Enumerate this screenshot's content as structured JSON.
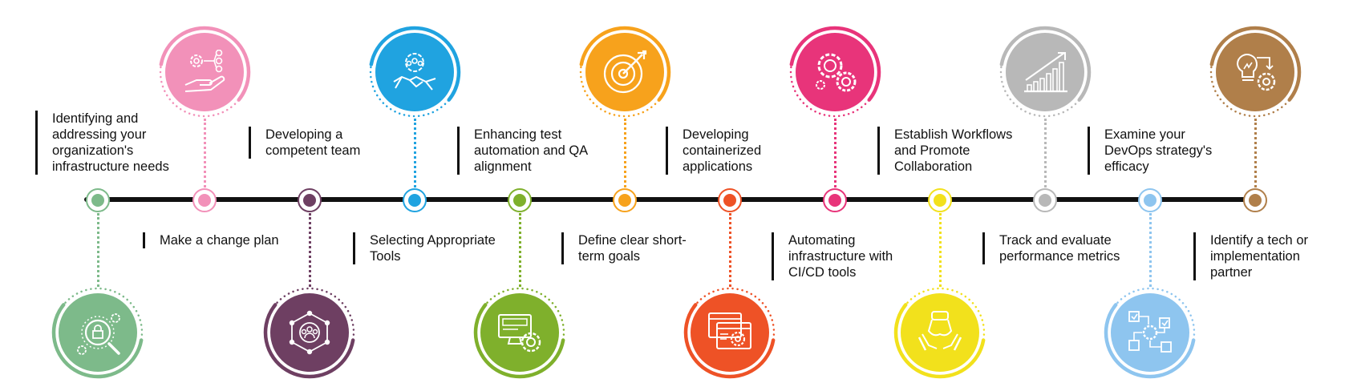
{
  "steps": [
    {
      "label": "Identifying and addressing your organization's infrastructure needs",
      "color": "#7dba8a",
      "icon": "user-lock-search-icon",
      "position": "below"
    },
    {
      "label": "Make a change plan",
      "color": "#f291b9",
      "icon": "gears-hand-icon",
      "position": "above"
    },
    {
      "label": "Developing a competent team",
      "color": "#6e3f62",
      "icon": "team-network-icon",
      "position": "below"
    },
    {
      "label": "Selecting Appropriate Tools",
      "color": "#20a3e0",
      "icon": "team-handshake-icon",
      "position": "above"
    },
    {
      "label": "Enhancing test automation and QA alignment",
      "color": "#7fb02c",
      "icon": "monitor-gear-icon",
      "position": "below"
    },
    {
      "label": "Define clear short-term goals",
      "color": "#f7a21c",
      "icon": "target-arrow-icon",
      "position": "above"
    },
    {
      "label": "Developing containerized applications",
      "color": "#ee5226",
      "icon": "browser-windows-gear-icon",
      "position": "below"
    },
    {
      "label": "Automating infrastructure with CI/CD tools",
      "color": "#e8347a",
      "icon": "gears-icon",
      "position": "above"
    },
    {
      "label": "Establish Workflows and Promote Collaboration",
      "color": "#f2e11c",
      "icon": "hands-collaboration-icon",
      "position": "below"
    },
    {
      "label": "Track and evaluate performance metrics",
      "color": "#b8b8b8",
      "icon": "bar-chart-growth-icon",
      "position": "above"
    },
    {
      "label": "Examine your DevOps strategy's efficacy",
      "color": "#8ec5ef",
      "icon": "workflow-checklist-icon",
      "position": "below"
    },
    {
      "label": "Identify a tech or implementation partner",
      "color": "#b07f4a",
      "icon": "bulb-gear-icon",
      "position": "above"
    }
  ]
}
